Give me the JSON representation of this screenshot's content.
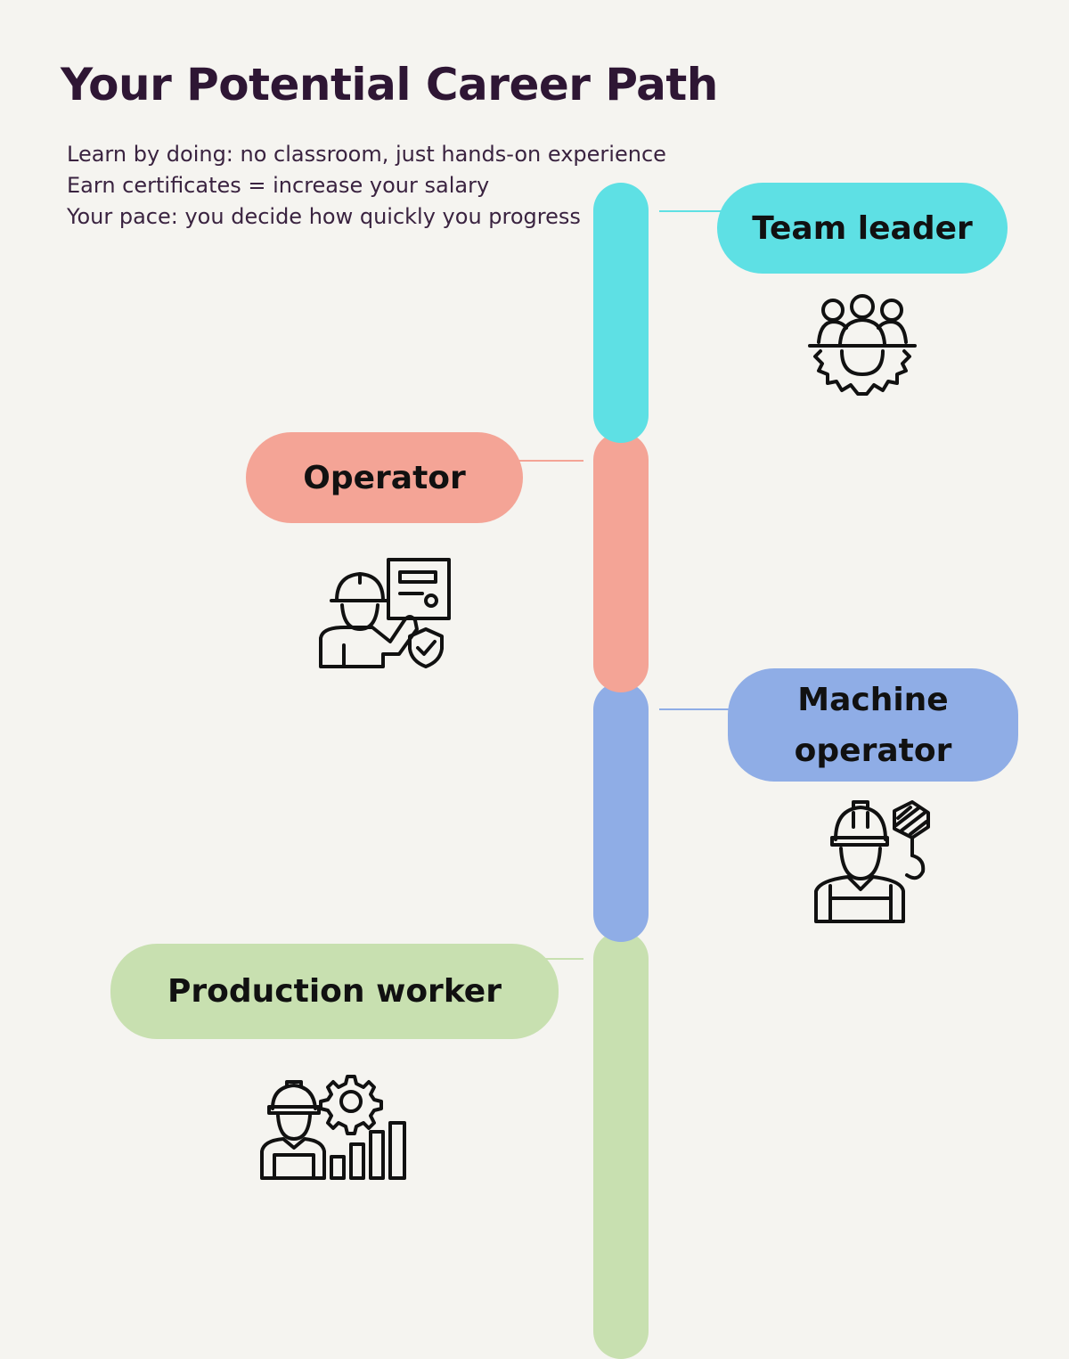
{
  "title": "Your Potential Career Path",
  "intro_lines": [
    "Learn by doing: no classroom, just hands-on experience",
    "Earn certificates = increase your salary",
    "Your pace: you decide how quickly you progress"
  ],
  "steps": [
    {
      "label": "Team leader",
      "color": "#5ee0e4",
      "icon": "team-gear-icon"
    },
    {
      "label": "Operator",
      "color": "#f4a496",
      "icon": "operator-control-panel-icon"
    },
    {
      "label": "Machine operator",
      "color": "#8fade6",
      "icon": "crane-operator-icon"
    },
    {
      "label": "Production worker",
      "color": "#c8e0b0",
      "icon": "worker-growth-icon"
    }
  ]
}
